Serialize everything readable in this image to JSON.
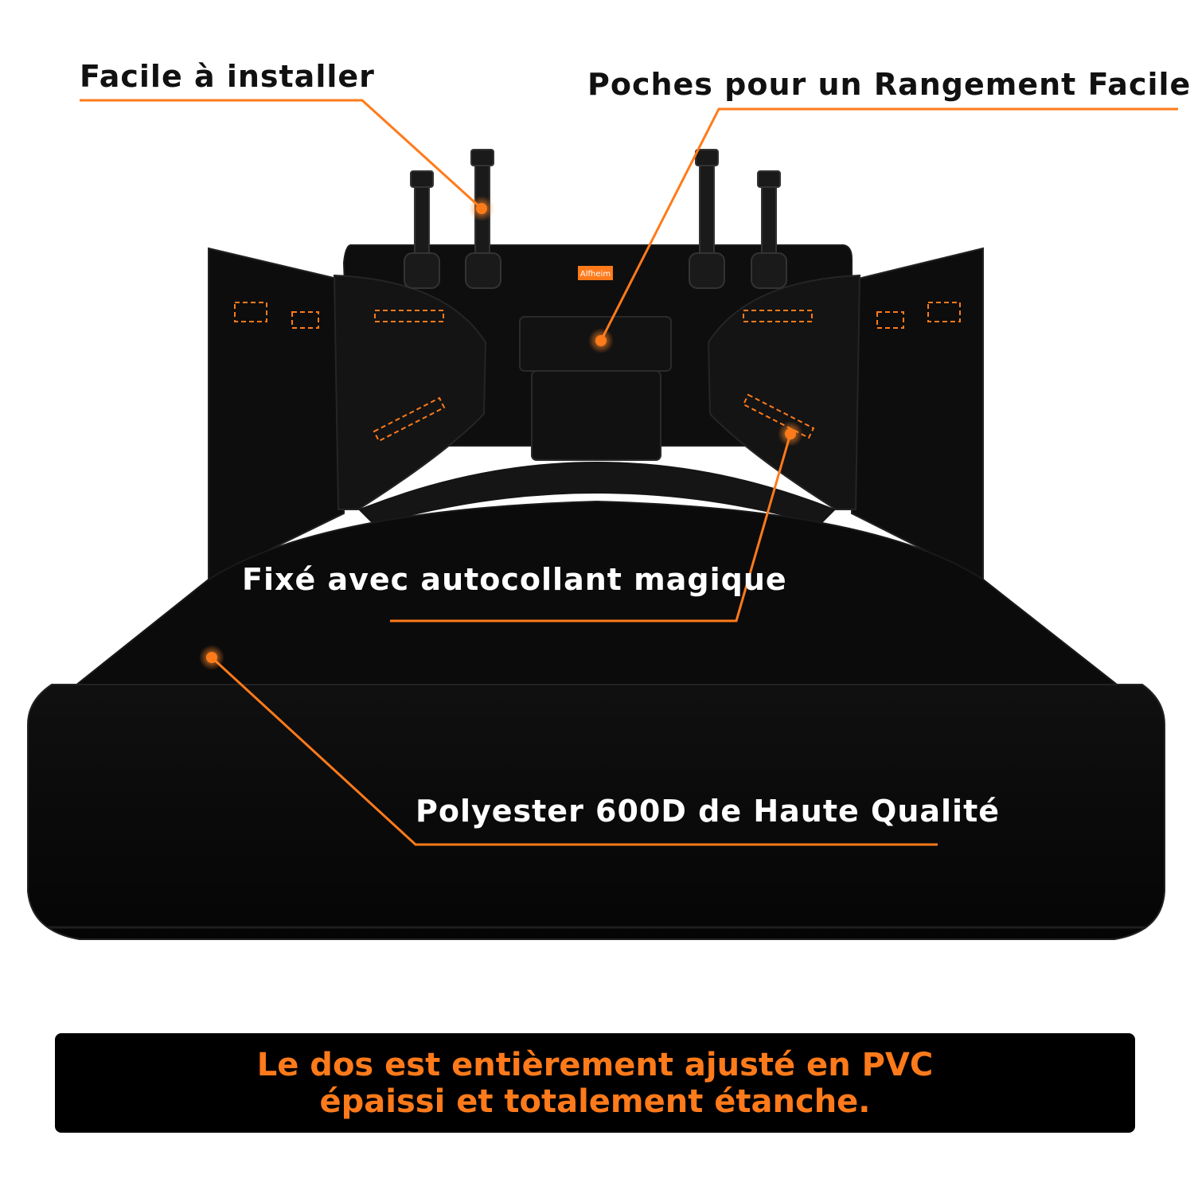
{
  "callouts": {
    "install": "Facile à installer",
    "pockets": "Poches pour un Rangement Facile",
    "velcro": "Fixé avec autocollant magique",
    "material": "Polyester 600D de Haute Qualité"
  },
  "brand_tag": "Alfheim",
  "footer": {
    "line1": "Le dos est entièrement ajusté en PVC",
    "line2": "épaissi et totalement étanche."
  },
  "colors": {
    "accent": "#ff7a1a",
    "fabric": "#0b0b0b",
    "text_dark": "#111111",
    "text_light": "#ffffff",
    "background": "#ffffff"
  }
}
